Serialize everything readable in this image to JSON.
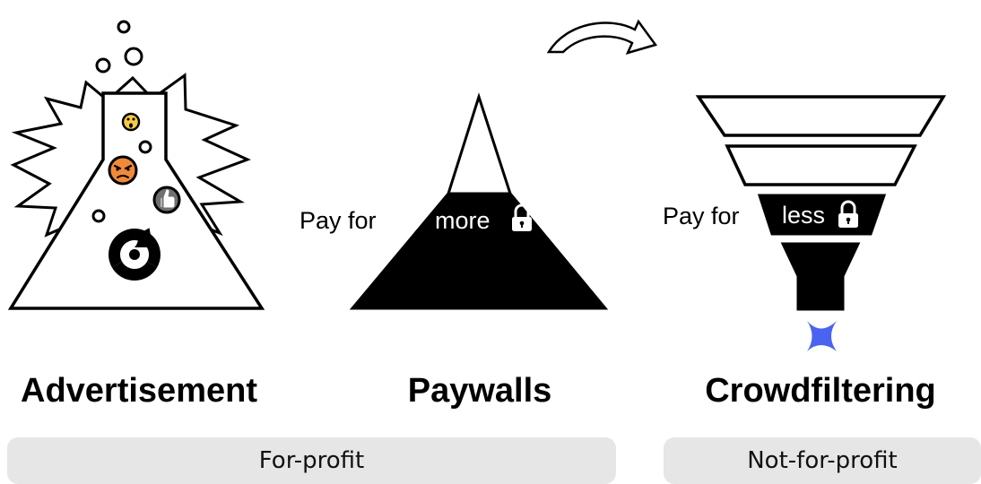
{
  "models": [
    {
      "id": "advertisement",
      "title": "Advertisement",
      "icon": "lab-flask-explosion-icon"
    },
    {
      "id": "paywalls",
      "title": "Paywalls",
      "icon": "pyramid-icon",
      "pay_prefix": "Pay for",
      "pay_emphasis": "more"
    },
    {
      "id": "crowdfiltering",
      "title": "Crowdfiltering",
      "icon": "funnel-icon",
      "pay_prefix": "Pay for",
      "pay_emphasis": "less"
    }
  ],
  "categories": [
    {
      "id": "for-profit",
      "label": "For-profit"
    },
    {
      "id": "not-for-profit",
      "label": "Not-for-profit"
    }
  ],
  "colors": {
    "ink": "#000000",
    "category_bg": "#e6e6e6",
    "sparkle": "#4a63f0",
    "angry_emoji": "#f08a3a",
    "wow_emoji": "#f7c948",
    "like_badge": "#707070"
  }
}
